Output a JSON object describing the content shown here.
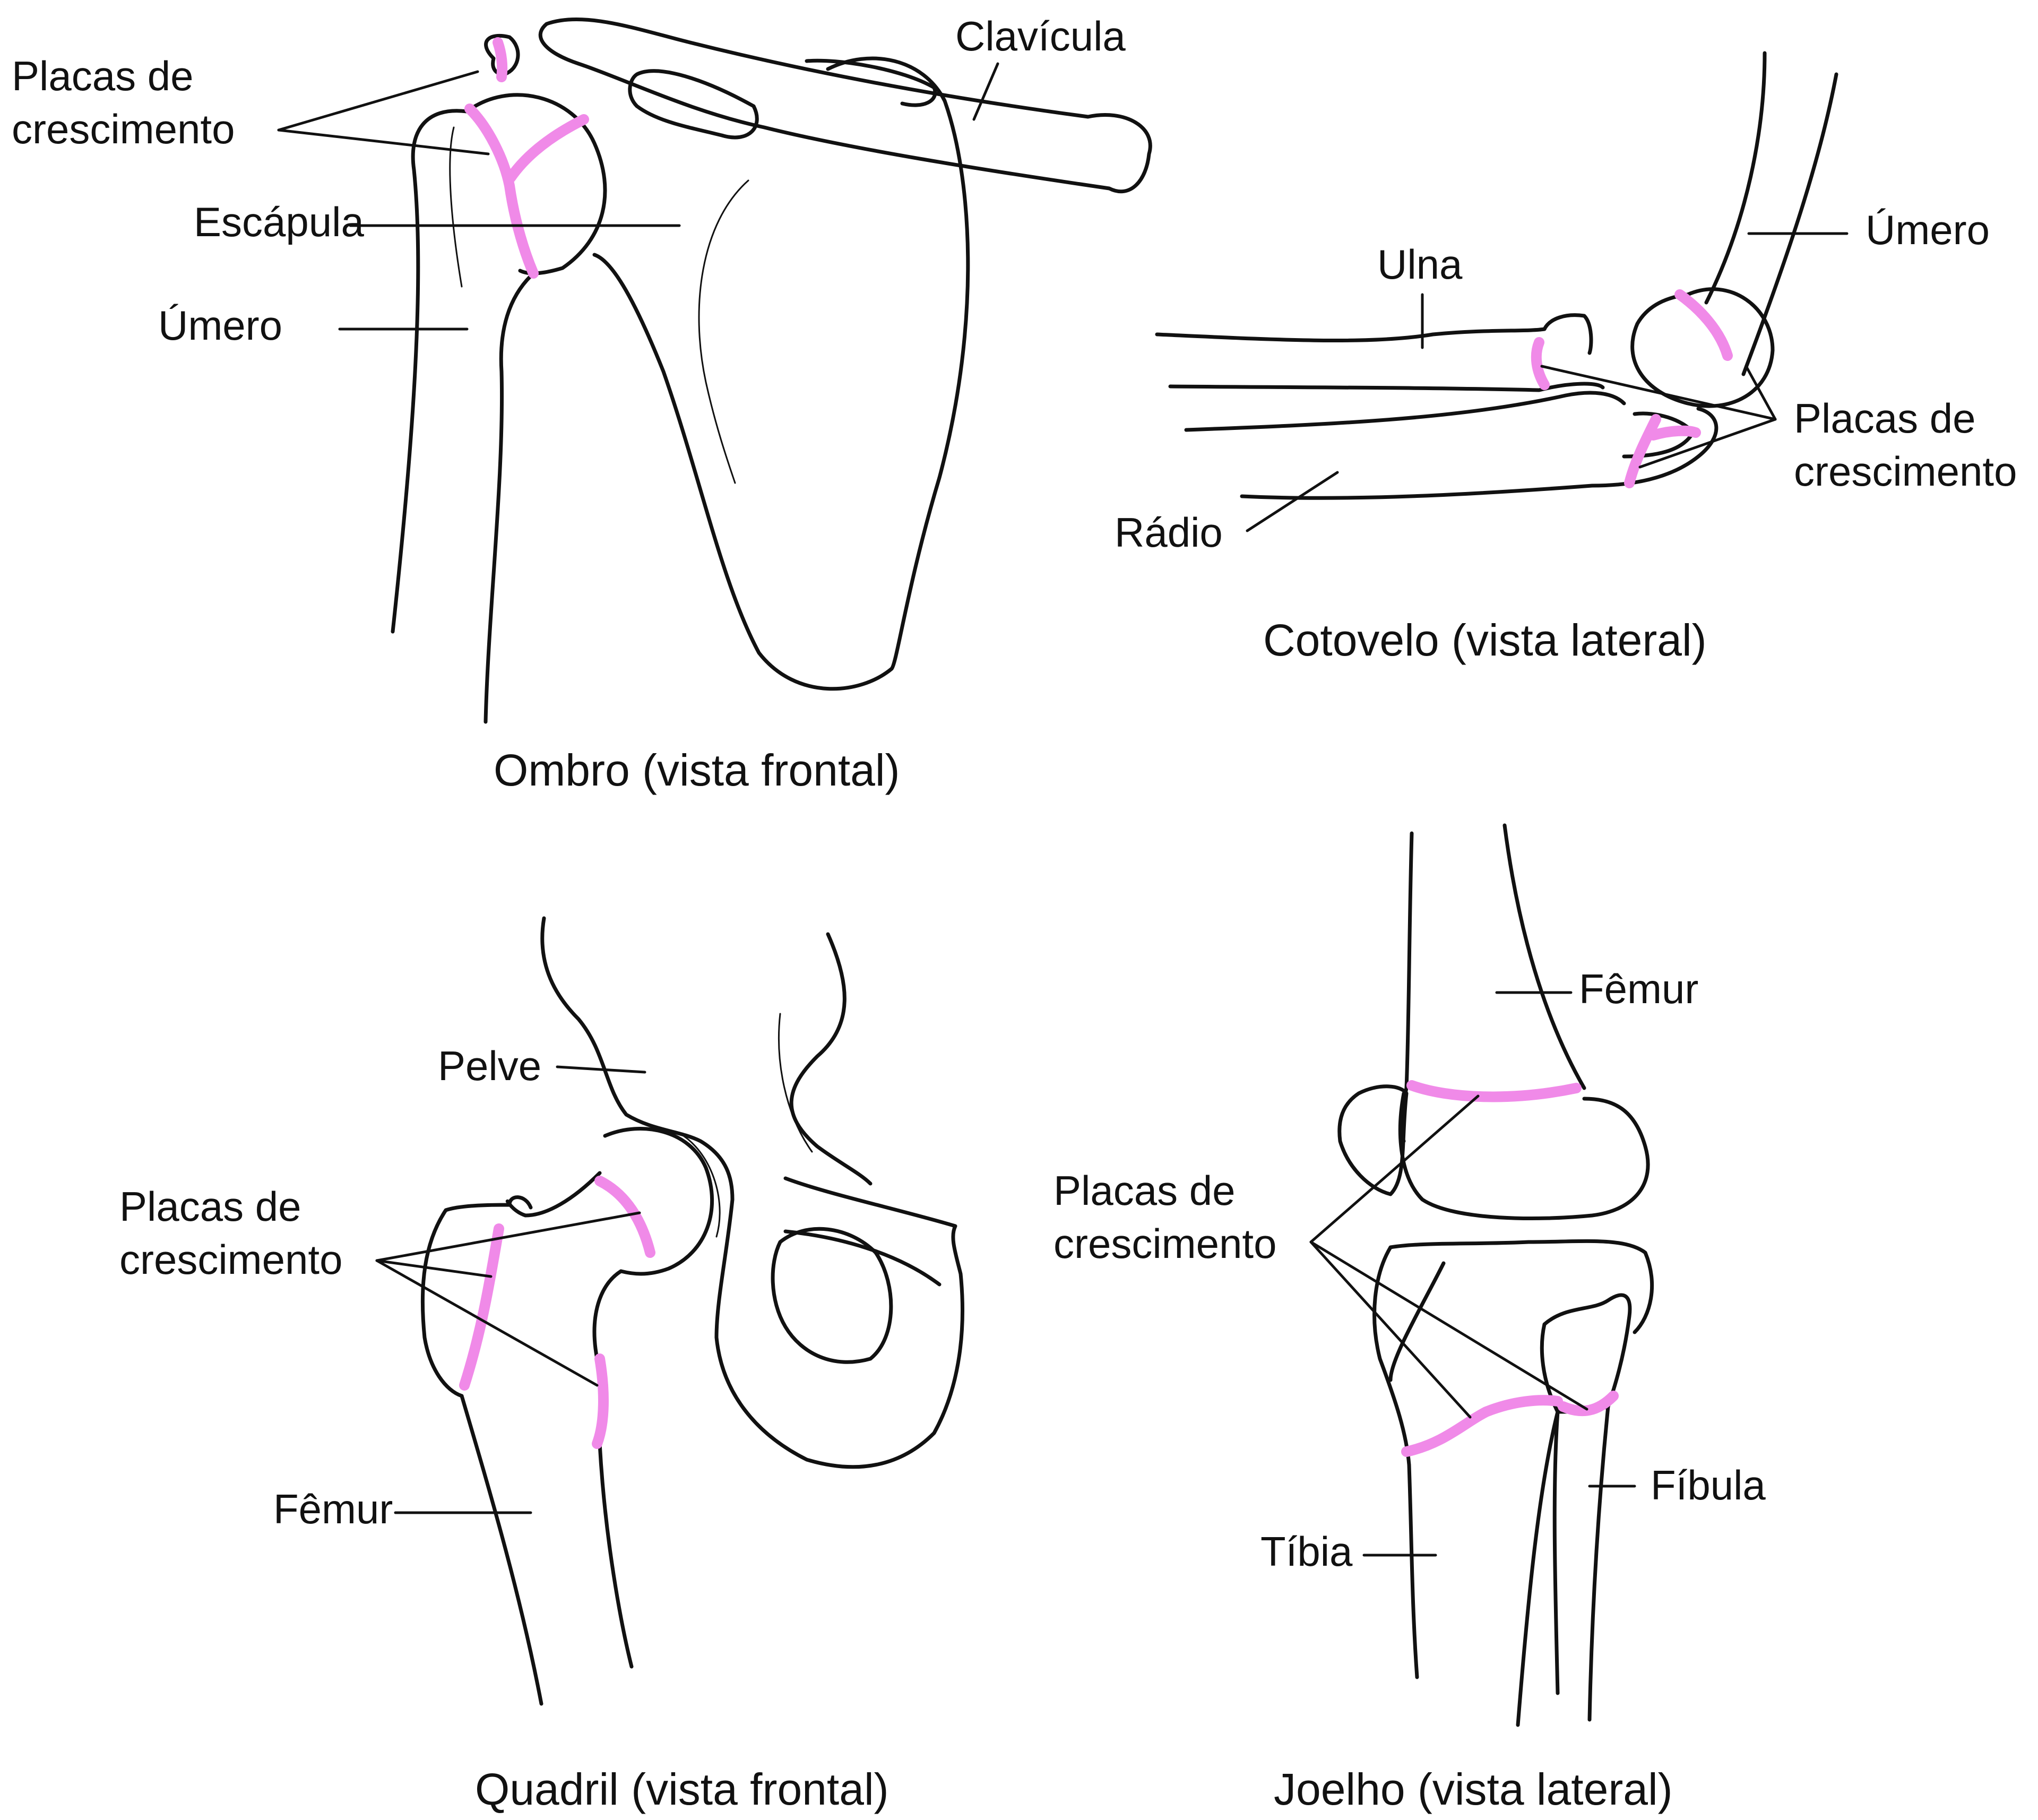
{
  "colors": {
    "growth_plate": "#f08ae8",
    "line": "#111111",
    "background": "#ffffff"
  },
  "panels": {
    "shoulder": {
      "caption": "Ombro (vista frontal)",
      "labels": {
        "clavicle": "Clavícula",
        "plates_1": "Placas de",
        "plates_2": "crescimento",
        "scapula": "Escápula",
        "humerus": "Úmero"
      }
    },
    "elbow": {
      "caption": "Cotovelo (vista lateral)",
      "labels": {
        "ulna": "Ulna",
        "humerus": "Úmero",
        "plates_1": "Placas de",
        "plates_2": "crescimento",
        "radius": "Rádio"
      }
    },
    "hip": {
      "caption": "Quadril (vista frontal)",
      "labels": {
        "pelvis": "Pelve",
        "plates_1": "Placas de",
        "plates_2": "crescimento",
        "femur": "Fêmur"
      }
    },
    "knee": {
      "caption": "Joelho (vista lateral)",
      "labels": {
        "femur": "Fêmur",
        "plates_1": "Placas de",
        "plates_2": "crescimento",
        "fibula": "Fíbula",
        "tibia": "Tíbia"
      }
    }
  }
}
